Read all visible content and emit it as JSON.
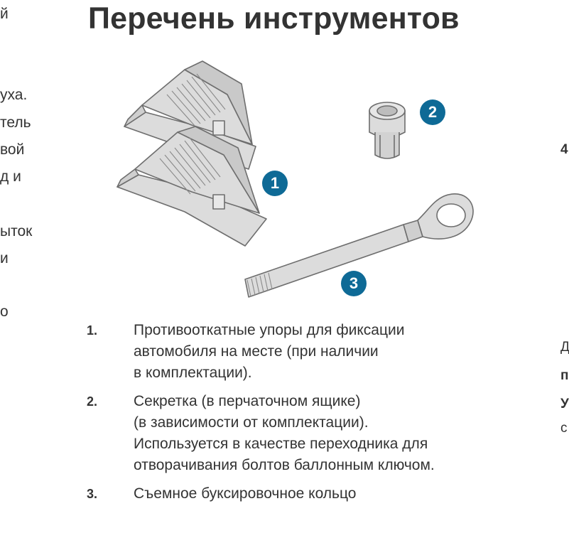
{
  "title": "Перечень инструментов",
  "left_fragments": [
    "й",
    "уха.",
    "тель",
    "вой",
    "д и",
    "ыток",
    "и",
    "о"
  ],
  "right_fragments": [
    "4",
    "Д",
    "п",
    "У",
    "с"
  ],
  "callouts": [
    "1",
    "2",
    "3"
  ],
  "items": [
    {
      "number": "1.",
      "lines": [
        "Противооткатные упоры для фиксации",
        "автомобиля на месте (при наличии",
        "в комплектации)."
      ]
    },
    {
      "number": "2.",
      "lines": [
        "Секретка (в перчаточном ящике)",
        "(в зависимости от комплектации).",
        "Используется в качестве переходника для",
        "отворачивания болтов баллонным ключом."
      ]
    },
    {
      "number": "3.",
      "lines": [
        "Съемное буксировочное кольцо"
      ]
    }
  ],
  "colors": {
    "callout": "#0e6a96",
    "illustration_fill": "#dcdcdc",
    "illustration_stroke": "#6e6e6e"
  }
}
